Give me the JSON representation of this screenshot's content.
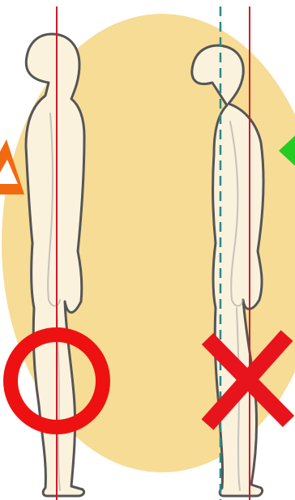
{
  "colors": {
    "background": "#ffffff",
    "halo": "#f7dc96",
    "body_fill": "#fbf2dd",
    "body_stroke": "#555555",
    "plumb_line": "#d11a2a",
    "ideal_line": "#2a8a8a",
    "mark_correct": "#ee1111",
    "mark_wrong": "#e8141c",
    "triangle_left": "#f26a10",
    "triangle_right": "#22cc22"
  },
  "figures": [
    {
      "name": "good-posture",
      "mark": "circle-correct",
      "tilt": "upright"
    },
    {
      "name": "bad-posture",
      "mark": "cross-wrong",
      "tilt": "forward-lean"
    }
  ],
  "icons": [
    "circle-mark-icon",
    "cross-mark-icon",
    "triangle-marker-icon"
  ]
}
